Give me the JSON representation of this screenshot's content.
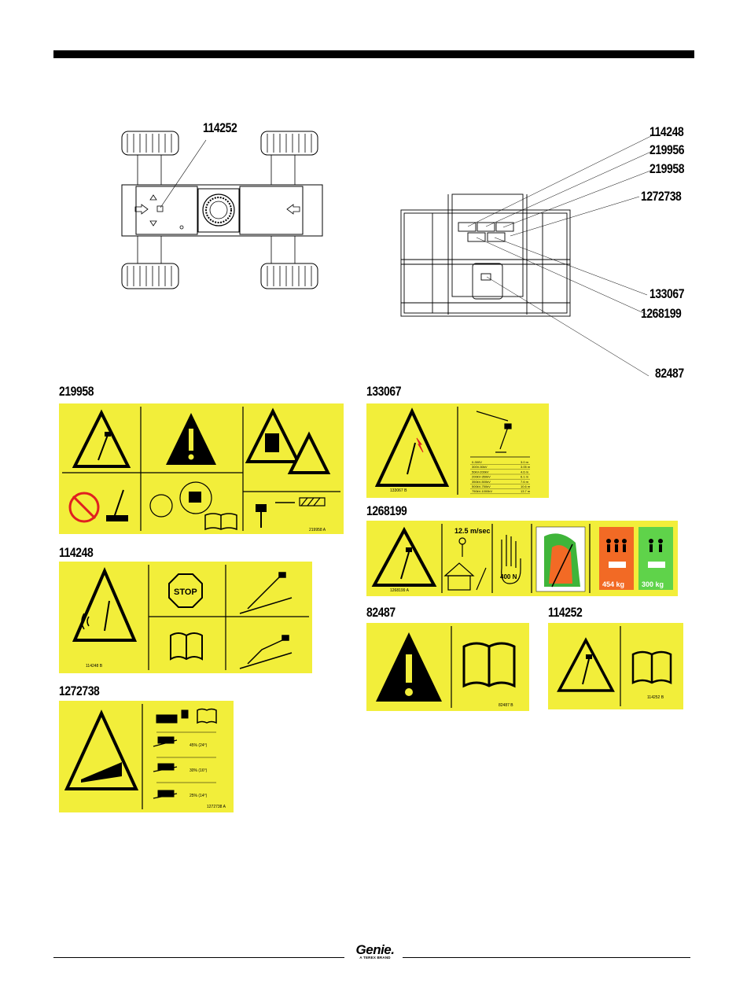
{
  "callouts_left": {
    "top": "114252"
  },
  "callouts_right": [
    "114248",
    "219956",
    "219958",
    "1272738",
    "133067",
    "1268199",
    "82487"
  ],
  "decal_labels": {
    "d219958": "219958",
    "d114248": "114248",
    "d1272738": "1272738",
    "d133067": "133067",
    "d1268199": "1268199",
    "d82487": "82487",
    "d114252": "114252"
  },
  "decal_text": {
    "d219958_part": "219958 A",
    "d114248_part": "114248 B",
    "d114248_stop": "STOP",
    "d1272738_part": "1272738 A",
    "d1272738_grades": [
      "45% (24°)",
      "30% (16°)",
      "25% (14°)"
    ],
    "d133067_part": "133067 B",
    "d133067_rows": [
      [
        "0-300V",
        "3.0 m"
      ],
      [
        "300V-50kV",
        "3.05 m"
      ],
      [
        "50kV-200kV",
        "4.6 m"
      ],
      [
        "200kV-350kV",
        "6.1 m"
      ],
      [
        "350kV-500kV",
        "7.6 m"
      ],
      [
        "500kV-750kV",
        "10.6 m"
      ],
      [
        "750kV-1000kV",
        "13.7 m"
      ]
    ],
    "d1268199_part": "1268199 A",
    "d1268199_wind": "12.5 m/sec",
    "d1268199_force": "400 N",
    "d1268199_load1": "454 kg",
    "d1268199_load2": "300 kg",
    "d82487_part": "82487 B",
    "d114252_part": "114252 B"
  },
  "footer": {
    "brand": "Genie.",
    "sub": "A TEREX BRAND"
  },
  "colors": {
    "decal_yellow": "#f2ee3a",
    "load_orange": "#f26a25",
    "load_green": "#5fd34a",
    "chart_green": "#3fb53a"
  }
}
